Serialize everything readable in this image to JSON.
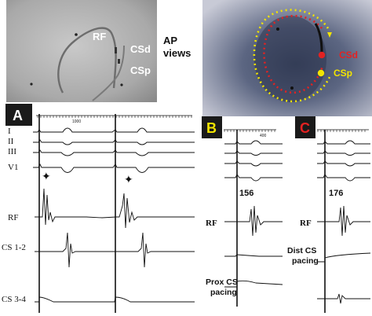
{
  "xray_left": {
    "labels": {
      "rf": "RF",
      "csd": "CSd",
      "csp": "CSp"
    }
  },
  "ap_views": {
    "line1": "AP",
    "line2": "views"
  },
  "xray_right": {
    "labels": {
      "csd": "CSd",
      "csp": "CSp"
    },
    "colors": {
      "red": "#e32222",
      "yellow": "#f2e400"
    }
  },
  "panel_a": {
    "badge": "A",
    "time_marker": "1000",
    "leads": [
      "I",
      "II",
      "III",
      "V1",
      "RF",
      "CS 1-2",
      "CS 3-4"
    ]
  },
  "panel_b": {
    "badge": "B",
    "time_marker": "400",
    "interval": "156",
    "rf_label": "RF",
    "pacing_label": [
      "Prox CS",
      "pacing"
    ]
  },
  "panel_c": {
    "badge": "C",
    "interval": "176",
    "rf_label": "RF",
    "pacing_label": [
      "Dist CS",
      "pacing"
    ]
  },
  "colors": {
    "badge_a": "#1a1a1a",
    "badge_b": "#f2e400",
    "badge_c": "#e32222"
  }
}
